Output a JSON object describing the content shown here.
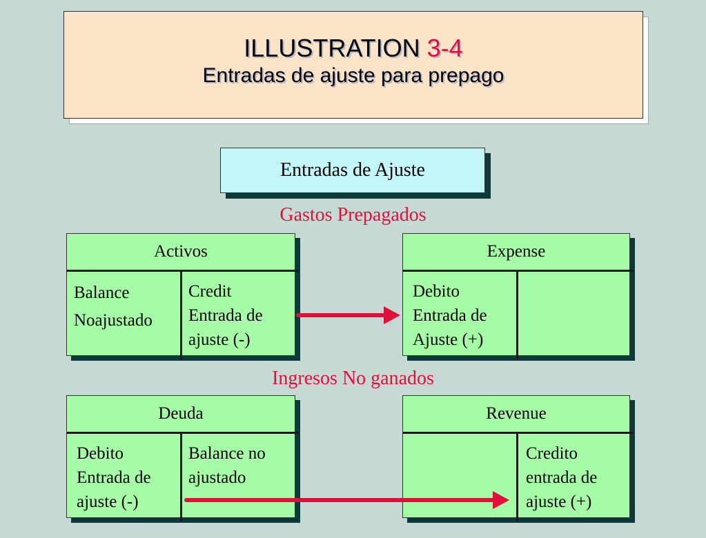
{
  "title": {
    "prefix": "ILLUSTRATION ",
    "number": "3-4",
    "subtitle": "Entradas de ajuste para prepago"
  },
  "header": {
    "label": "Entradas de Ajuste"
  },
  "sections": {
    "prepaid": {
      "label": "Gastos Prepagados"
    },
    "unearned": {
      "label": "Ingresos No ganados"
    }
  },
  "accounts": {
    "activos": {
      "title": "Activos",
      "left": [
        "Balance",
        "Noajustado"
      ],
      "right": [
        "Credit",
        "Entrada de",
        "ajuste (-)"
      ]
    },
    "expense": {
      "title": "Expense",
      "left": [
        "Debito",
        "Entrada de",
        "Ajuste (+)"
      ],
      "right": []
    },
    "deuda": {
      "title": "Deuda",
      "left": [
        "Debito",
        "Entrada de",
        "ajuste (-)"
      ],
      "right": [
        "Balance no",
        "ajustado"
      ]
    },
    "revenue": {
      "title": "Revenue",
      "left": [],
      "right": [
        "Credito",
        "entrada de",
        "ajuste (+)"
      ]
    }
  },
  "colors": {
    "accent_red": "#e0103a",
    "account_green": "#a6fba6",
    "header_cyan": "#c2f6f8",
    "title_peach": "#fbe3c8"
  }
}
